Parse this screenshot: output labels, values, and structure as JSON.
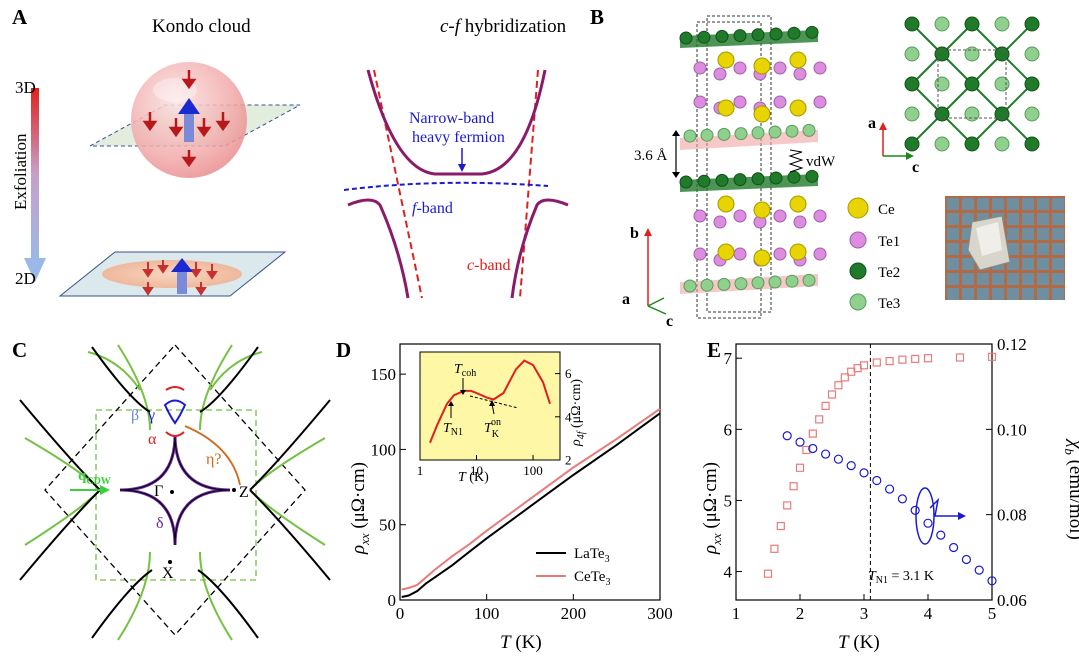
{
  "panels": {
    "A": {
      "letter": "A",
      "title_left": "Kondo cloud",
      "title_right_pre": "c-f",
      "title_right_post": " hybridization",
      "axis_top": "3D",
      "axis_bottom": "2D",
      "axis_label": "Exfoliation",
      "label_heavy_line1": "Narrow-band",
      "label_heavy_line2": "heavy fermion",
      "label_f_pre": "f",
      "label_f_post": "-band",
      "label_c_pre": "c",
      "label_c_post": "-band"
    },
    "B": {
      "letter": "B",
      "spacing": "3.6 Å",
      "vdw": "vdW",
      "axis_b": "b",
      "axis_a": "a",
      "axis_c": "c",
      "inset_axis_a": "a",
      "inset_axis_c": "c",
      "legend": [
        {
          "label": "Ce",
          "color": "#e8d400"
        },
        {
          "label": "Te1",
          "color": "#dc8de0"
        },
        {
          "label": "Te2",
          "color": "#1f7a2a"
        },
        {
          "label": "Te3",
          "color": "#8fd08f"
        }
      ]
    },
    "C": {
      "letter": "C",
      "labels": {
        "beta": "β",
        "gamma": "γ",
        "alpha": "α",
        "eta": "η?",
        "delta": "δ",
        "gamma_pt": "Γ",
        "z_pt": "Z",
        "x_pt": "X",
        "q": "q",
        "q_sub": "CDW"
      }
    },
    "D": {
      "letter": "D",
      "xlabel": "T",
      "xunit": " (K)",
      "ylabel_sym": "ρ",
      "ylabel_sub": "xx",
      "ylabel_unit": " (μΩ·cm)",
      "inset_xlabel": "T",
      "inset_xunit": " (K)",
      "inset_ylabel_sym": "ρ",
      "inset_ylabel_sub": "4f",
      "inset_ylabel_unit": " (μΩ·cm)",
      "inset_labels": {
        "tcoh": "T",
        "tcoh_sub": "coh",
        "tn1": "T",
        "tn1_sub": "N1",
        "tk": "T",
        "tk_sub": "K",
        "tk_sup": "on"
      },
      "legend_la": "LaTe",
      "legend_ce": "CeTe",
      "legend_sub": "3"
    },
    "E": {
      "letter": "E",
      "xlabel": "T",
      "xunit": " (K)",
      "ylabel_left_sym": "ρ",
      "ylabel_left_sub": "xx",
      "ylabel_left_unit": " (μΩ·cm)",
      "ylabel_right_sym": "χ",
      "ylabel_right_sub": "b",
      "ylabel_right_unit": " (emu/mol)",
      "tn_label": "T",
      "tn_sub": "N1",
      "tn_value": " = 3.1 K"
    }
  },
  "colors": {
    "red": "#e0201e",
    "purple": "#8b1a6b",
    "blue": "#1a1ad0",
    "green": "#76c043",
    "pink": "#e87a7a",
    "inset_bg": "#fdf7a6"
  },
  "chart_data": [
    {
      "type": "line",
      "panel": "D-main",
      "xlabel": "T (K)",
      "ylabel": "ρ_xx (μΩ·cm)",
      "xlim": [
        0,
        300
      ],
      "ylim": [
        0,
        170
      ],
      "xticks": [
        0,
        100,
        200,
        300
      ],
      "yticks": [
        0,
        50,
        100,
        150
      ],
      "series": [
        {
          "name": "LaTe3",
          "color": "#000000",
          "x": [
            2,
            10,
            20,
            30,
            40,
            60,
            80,
            100,
            150,
            200,
            250,
            300
          ],
          "y": [
            2,
            3,
            6,
            11,
            15,
            23,
            32,
            41,
            62,
            83,
            103,
            124
          ]
        },
        {
          "name": "CeTe3",
          "color": "#e87a7a",
          "x": [
            2,
            10,
            20,
            30,
            40,
            60,
            80,
            100,
            150,
            200,
            250,
            300
          ],
          "y": [
            7,
            8,
            10,
            15,
            20,
            29,
            37,
            46,
            67,
            88,
            107,
            127
          ]
        }
      ]
    },
    {
      "type": "line",
      "panel": "D-inset",
      "xlabel": "T (K)",
      "ylabel": "ρ_4f (μΩ·cm)",
      "xscale": "log",
      "xlim": [
        1,
        300
      ],
      "ylim": [
        2,
        7
      ],
      "xticks": [
        1,
        10,
        100
      ],
      "yticks": [
        2,
        4,
        6
      ],
      "series": [
        {
          "name": "",
          "color": "#e0201e",
          "x": [
            1.5,
            2,
            3,
            4,
            6,
            8,
            10,
            15,
            20,
            30,
            50,
            70,
            100,
            150,
            200
          ],
          "y": [
            2.8,
            3.6,
            4.6,
            5.0,
            5.2,
            5.2,
            5.1,
            4.9,
            4.8,
            5.1,
            6.2,
            6.6,
            6.4,
            5.6,
            4.6
          ]
        }
      ]
    },
    {
      "type": "scatter",
      "panel": "E",
      "xlabel": "T (K)",
      "xlim": [
        1,
        5
      ],
      "xticks": [
        1,
        2,
        3,
        4,
        5
      ],
      "series": [
        {
          "name": "ρ_xx",
          "axis": "left",
          "ylabel": "ρ_xx (μΩ·cm)",
          "ylim": [
            3.6,
            7.2
          ],
          "yticks": [
            4,
            5,
            6,
            7
          ],
          "color": "#e87a7a",
          "marker": "square",
          "x": [
            1.5,
            1.6,
            1.7,
            1.8,
            1.9,
            2.0,
            2.1,
            2.2,
            2.3,
            2.4,
            2.5,
            2.6,
            2.7,
            2.8,
            2.9,
            3.0,
            3.2,
            3.4,
            3.6,
            3.8,
            4.0,
            4.5,
            5.0
          ],
          "y": [
            3.97,
            4.32,
            4.64,
            4.93,
            5.2,
            5.46,
            5.71,
            5.94,
            6.14,
            6.33,
            6.49,
            6.62,
            6.73,
            6.81,
            6.86,
            6.9,
            6.94,
            6.96,
            6.98,
            6.99,
            7.0,
            7.01,
            7.02
          ]
        },
        {
          "name": "χ_b",
          "axis": "right",
          "ylabel": "χ_b (emu/mol)",
          "ylim": [
            0.06,
            0.12
          ],
          "yticks": [
            0.06,
            0.08,
            0.1,
            0.12
          ],
          "color": "#1a1ad0",
          "marker": "circle",
          "x": [
            1.8,
            2.0,
            2.2,
            2.4,
            2.6,
            2.8,
            3.0,
            3.2,
            3.4,
            3.6,
            3.8,
            4.0,
            4.2,
            4.4,
            4.6,
            4.8,
            5.0
          ],
          "y": [
            0.0985,
            0.097,
            0.0955,
            0.0942,
            0.093,
            0.0915,
            0.0898,
            0.088,
            0.086,
            0.0837,
            0.081,
            0.078,
            0.0752,
            0.0723,
            0.0695,
            0.067,
            0.0645
          ]
        }
      ],
      "annotations": [
        "T_N1 = 3.1 K"
      ]
    }
  ]
}
